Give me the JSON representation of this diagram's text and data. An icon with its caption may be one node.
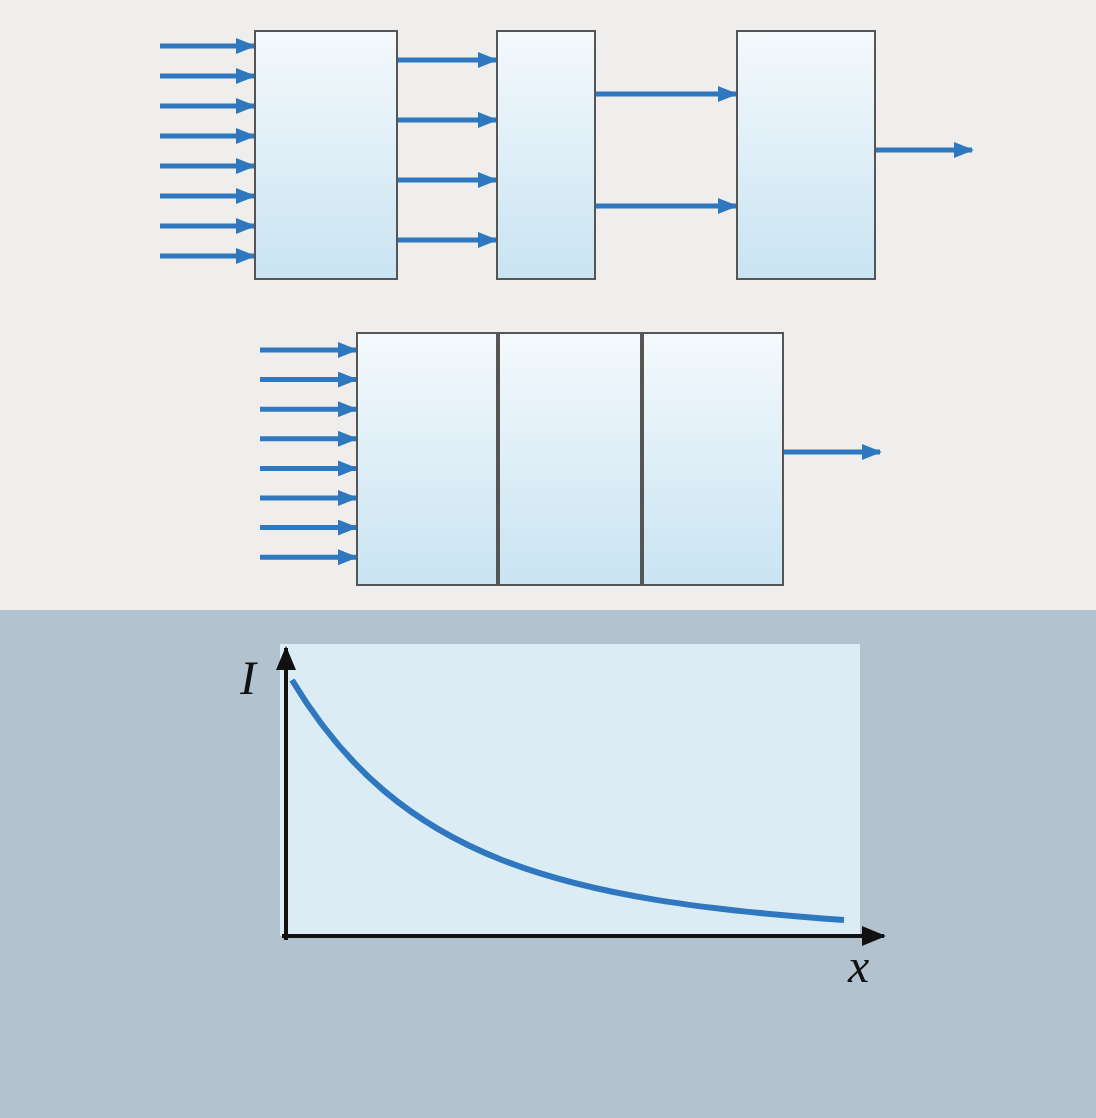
{
  "diagram": {
    "nodes": [
      {
        "text": [],
        "shape": "box"
      },
      {
        "text": [],
        "shape": "box"
      },
      {
        "text": [],
        "shape": "box"
      },
      {
        "text": [],
        "shape": "box"
      },
      {
        "text": [],
        "shape": "box"
      },
      {
        "text": [],
        "shape": "box"
      }
    ],
    "edges": [
      {
        "from": null,
        "to": 0,
        "arrow": "to"
      },
      {
        "from": null,
        "to": 0,
        "arrow": "to"
      },
      {
        "from": null,
        "to": 0,
        "arrow": "to"
      },
      {
        "from": null,
        "to": 0,
        "arrow": "to"
      },
      {
        "from": null,
        "to": 0,
        "arrow": "to"
      },
      {
        "from": null,
        "to": 0,
        "arrow": "to"
      },
      {
        "from": null,
        "to": 0,
        "arrow": "to"
      },
      {
        "from": null,
        "to": 0,
        "arrow": "to"
      },
      {
        "from": 0,
        "to": 1,
        "arrow": "to"
      },
      {
        "from": 0,
        "to": 1,
        "arrow": "to"
      },
      {
        "from": 0,
        "to": 1,
        "arrow": "to"
      },
      {
        "from": 0,
        "to": 1,
        "arrow": "to"
      },
      {
        "from": 1,
        "to": 2,
        "arrow": "to"
      },
      {
        "from": 1,
        "to": 2,
        "arrow": "to"
      },
      {
        "from": 2,
        "to": null,
        "arrow": "to"
      },
      {
        "from": null,
        "to": 3,
        "arrow": "to"
      },
      {
        "from": null,
        "to": 3,
        "arrow": "to"
      },
      {
        "from": null,
        "to": 3,
        "arrow": "to"
      },
      {
        "from": null,
        "to": 3,
        "arrow": "to"
      },
      {
        "from": null,
        "to": 3,
        "arrow": "to"
      },
      {
        "from": null,
        "to": 3,
        "arrow": "to"
      },
      {
        "from": null,
        "to": 3,
        "arrow": "to"
      },
      {
        "from": null,
        "to": 3,
        "arrow": "to"
      },
      {
        "from": 5,
        "to": null,
        "arrow": "to"
      }
    ],
    "labels": [
      "I",
      "x"
    ]
  }
}
